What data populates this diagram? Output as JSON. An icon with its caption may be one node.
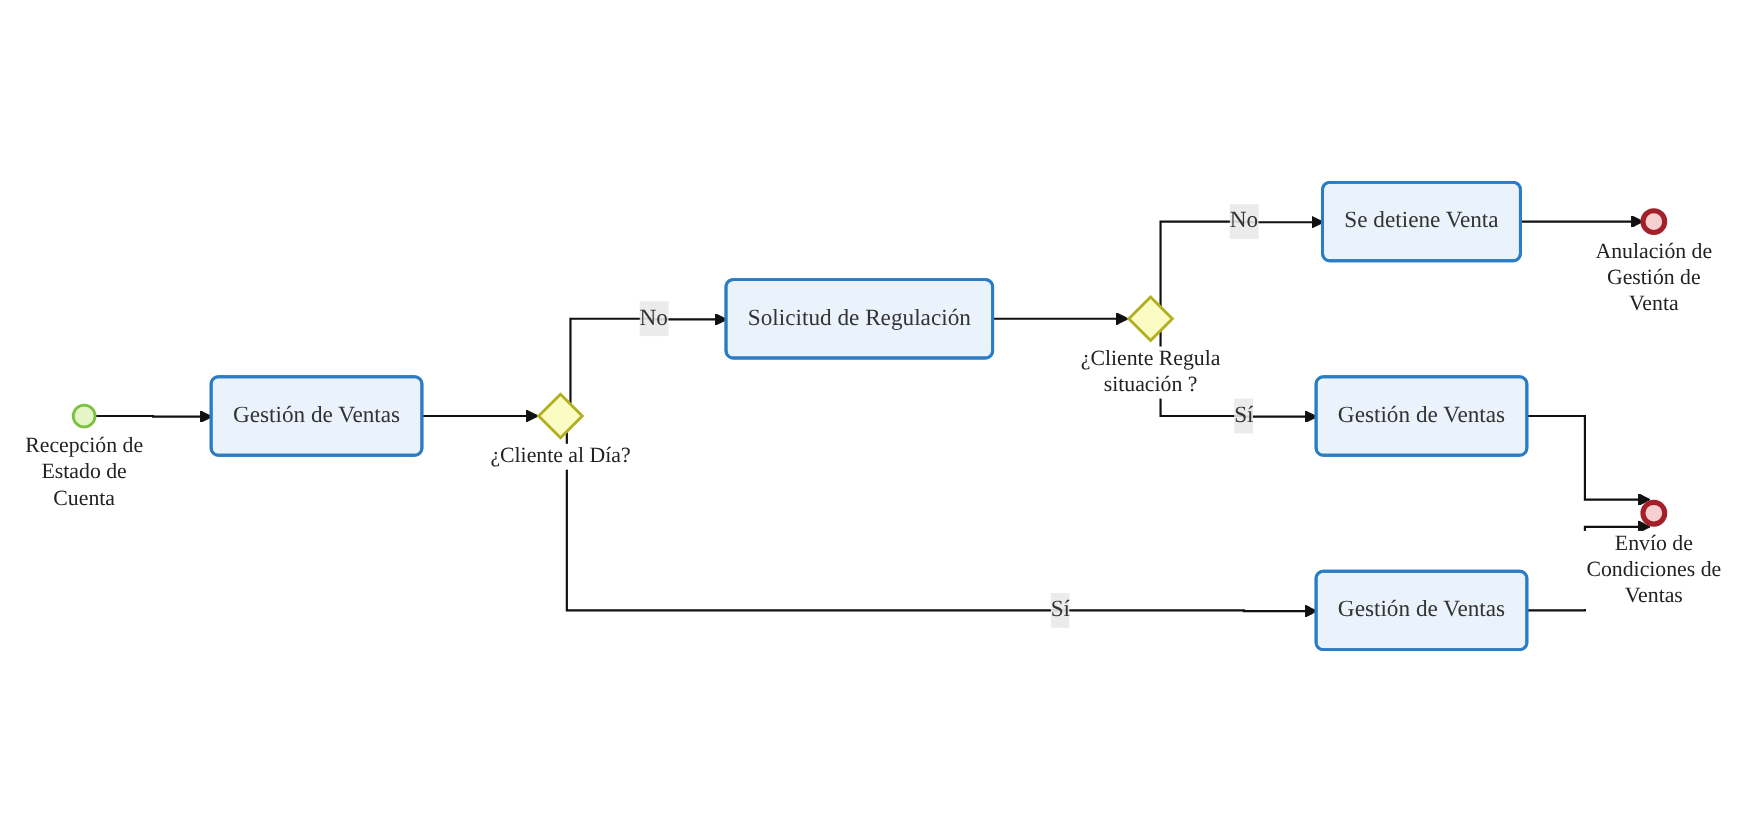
{
  "diagram": {
    "nodes": [
      {
        "text": [],
        "shape": "circle",
        "beside": [
          "Recepción de Estado de Cuenta"
        ]
      },
      {
        "text": [
          "Gestión de Ventas"
        ]
      },
      {
        "text": [],
        "shape": "diamond",
        "beside": [
          "¿Cliente al Día?"
        ]
      },
      {
        "text": [
          "Solicitud de Regulación"
        ]
      },
      {
        "text": [],
        "shape": "diamond",
        "beside": [
          "¿Cliente Regula situación ?"
        ]
      },
      {
        "text": [
          "Se detiene Venta"
        ]
      },
      {
        "text": [],
        "shape": "circle",
        "beside": [
          "Anulación de Gestión de Venta"
        ]
      },
      {
        "text": [
          "Gestión de Ventas"
        ]
      },
      {
        "text": [
          "Gestión de Ventas"
        ]
      },
      {
        "text": [],
        "shape": "circle",
        "beside": [
          "Envío de Condiciones de Ventas"
        ]
      }
    ],
    "edges": [
      {
        "from": 0,
        "to": 1,
        "arrow": "to"
      },
      {
        "from": 1,
        "to": 2,
        "arrow": "to"
      },
      {
        "from": 2,
        "to": 3,
        "arrow": "to",
        "label": "No"
      },
      {
        "from": 2,
        "to": 8,
        "arrow": "to",
        "label": "Sí"
      },
      {
        "from": 3,
        "to": 4,
        "arrow": "to"
      },
      {
        "from": 4,
        "to": 5,
        "arrow": "to",
        "label": "No"
      },
      {
        "from": 4,
        "to": 7,
        "arrow": "to",
        "label": "Sí"
      },
      {
        "from": 5,
        "to": 6,
        "arrow": "to"
      },
      {
        "from": 7,
        "to": 9,
        "arrow": "to"
      },
      {
        "from": 8,
        "to": 9,
        "arrow": "to"
      }
    ]
  }
}
